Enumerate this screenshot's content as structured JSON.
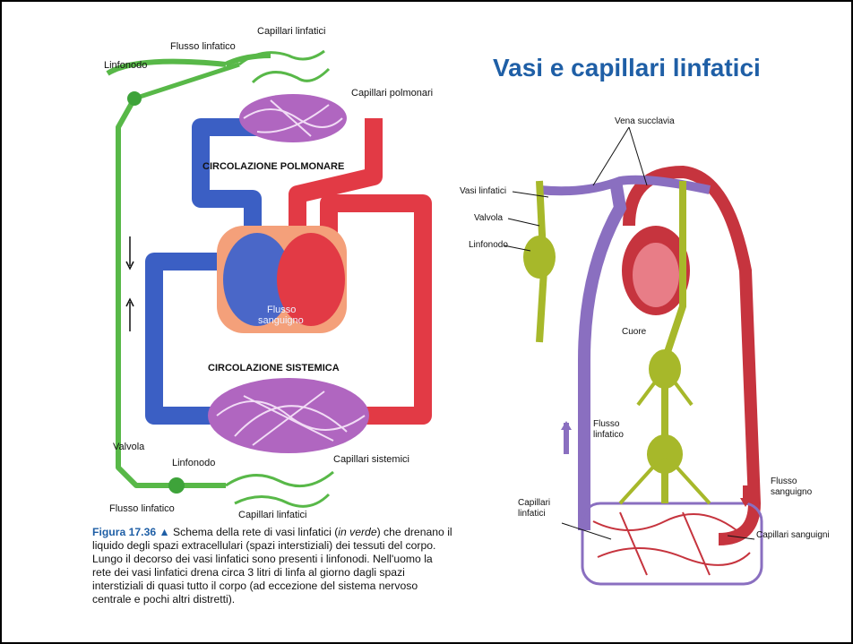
{
  "slide": {
    "title": "Vasi e capillari linfatici"
  },
  "left_diagram": {
    "labels": {
      "capillari_linfatici_top": "Capillari linfatici",
      "flusso_linfatico_top": "Flusso linfatico",
      "linfonodo_top": "Linfonodo",
      "capillari_polmonari": "Capillari polmonari",
      "circolazione_polmonare": "CIRCOLAZIONE POLMONARE",
      "flusso_sanguigno_1": "Flusso",
      "flusso_sanguigno_2": "sanguigno",
      "circolazione_sistemica": "CIRCOLAZIONE SISTEMICA",
      "valvola": "Valvola",
      "linfonodo_bottom": "Linfonodo",
      "capillari_sistemici": "Capillari sistemici",
      "flusso_linfatico_bottom": "Flusso linfatico",
      "capillari_linfatici_bottom": "Capillari linfatici"
    },
    "colors": {
      "lymph": "#58b848",
      "vein": "#3b5fc4",
      "artery": "#e23a45",
      "capillary": "#b066c0",
      "heart": "#f4a07a"
    }
  },
  "caption": {
    "figure": "Figura 17.36",
    "marker": "▲",
    "text_1": "Schema della rete di vasi linfatici (",
    "italic": "in verde",
    "text_2": ") che drenano il liquido degli spazi extracellulari (spazi interstiziali) dei tessuti del corpo. Lungo il decorso dei vasi linfatici sono presenti i linfonodi. Nell'uomo la rete dei vasi linfatici drena circa 3 litri di linfa al giorno dagli spazi interstiziali di quasi tutto il corpo (ad eccezione del sistema nervoso centrale e pochi altri distretti)."
  },
  "right_diagram": {
    "labels": {
      "vena_succlavia": "Vena succlavia",
      "vasi_linfatici": "Vasi linfatici",
      "valvola": "Valvola",
      "linfonodo": "Linfonodo",
      "cuore": "Cuore",
      "flusso_linfatico_1": "Flusso",
      "flusso_linfatico_2": "linfatico",
      "flusso_sanguigno_1": "Flusso",
      "flusso_sanguigno_2": "sanguigno",
      "capillari_linfatici_1": "Capillari",
      "capillari_linfatici_2": "linfatici",
      "capillari_sanguigni": "Capillari sanguigni"
    },
    "colors": {
      "lymph": "#a7b82a",
      "vein": "#8a6fc0",
      "artery": "#c6343e"
    }
  }
}
